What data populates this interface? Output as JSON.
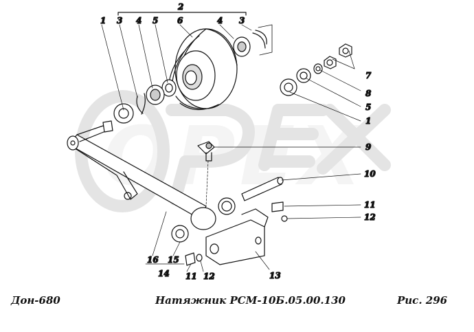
{
  "watermark": "OPEX",
  "captions": {
    "left": "Дон-680",
    "center": "Натяжник РСМ-10Б.05.00.130",
    "right": "Рис.  296"
  },
  "labels": {
    "l1a": "1",
    "l2": "2",
    "l3a": "3",
    "l3b": "3",
    "l4a": "4",
    "l4b": "4",
    "l5a": "5",
    "l5b": "5",
    "l6": "6",
    "l7": "7",
    "l8": "8",
    "l1b": "1",
    "l9": "9",
    "l10": "10",
    "l11a": "11",
    "l12a": "12",
    "l13": "13",
    "l14": "14",
    "l15": "15",
    "l16": "16",
    "l11b": "11",
    "l12b": "12"
  }
}
